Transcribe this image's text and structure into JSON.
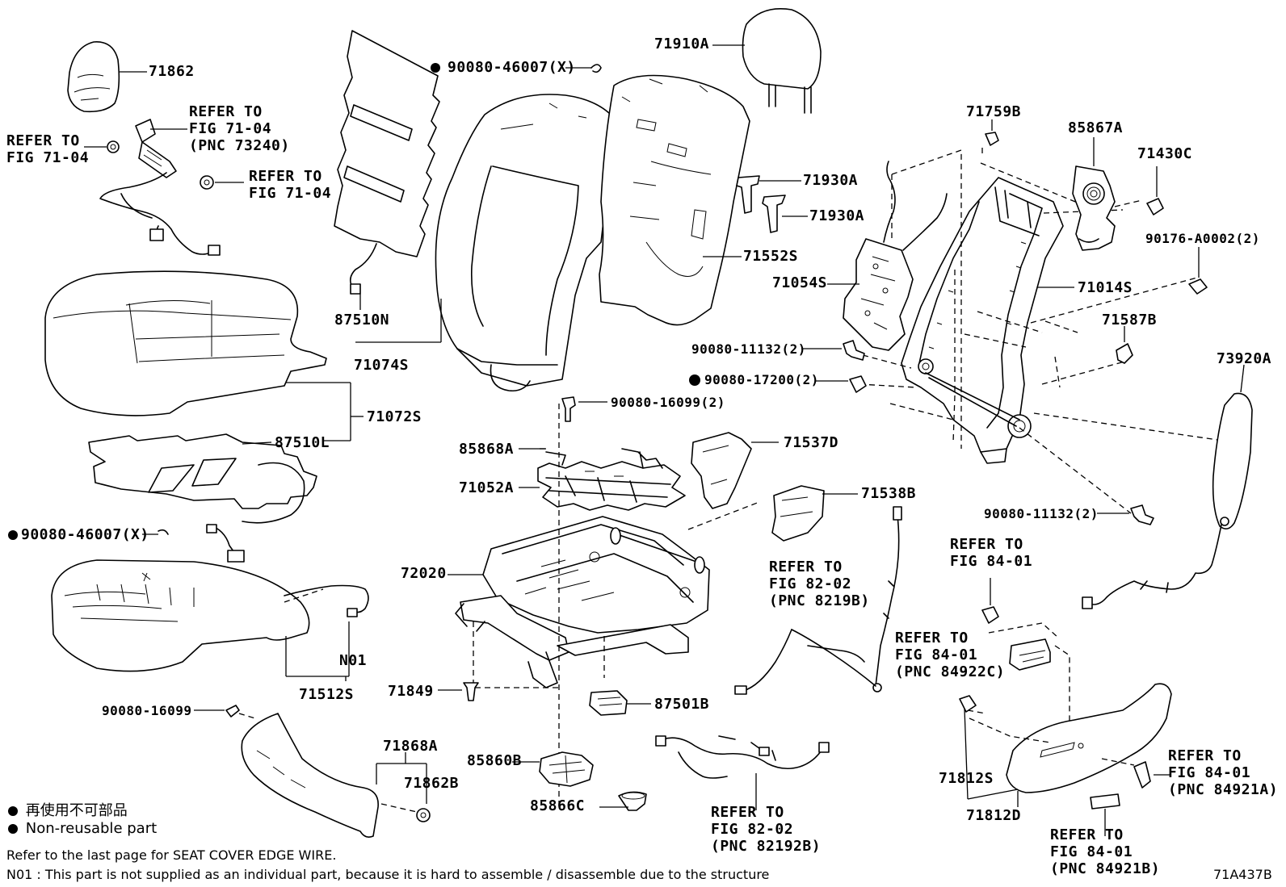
{
  "labels": {
    "p71862": "71862",
    "p71910A": "71910A",
    "p90080_46007_top": "90080-46007(X)",
    "p71930A_1": "71930A",
    "p71930A_2": "71930A",
    "p71552S": "71552S",
    "p87510N": "87510N",
    "p71074S": "71074S",
    "p71072S": "71072S",
    "p87510L": "87510L",
    "p90080_46007_left": "90080-46007(X)",
    "p71759B": "71759B",
    "p85867A": "85867A",
    "p71430C": "71430C",
    "p90176": "90176-A0002(2)",
    "p71054S": "71054S",
    "p71014S": "71014S",
    "p71587B": "71587B",
    "p90080_11132_a": "90080-11132(2)",
    "p90080_17200": "90080-17200(2)",
    "p73920A": "73920A",
    "p90080_16099_2": "90080-16099(2)",
    "p85868A": "85868A",
    "p71052A": "71052A",
    "p71537D": "71537D",
    "p71538B": "71538B",
    "p90080_11132_b": "90080-11132(2)",
    "p72020": "72020",
    "pN01": "N01",
    "p71512S": "71512S",
    "p71849": "71849",
    "p87501B": "87501B",
    "p90080_16099": "90080-16099",
    "p71868A": "71868A",
    "p71862B": "71862B",
    "p85860B": "85860B",
    "p85866C": "85866C",
    "p71812S": "71812S",
    "p71812D": "71812D",
    "diagram_id": "71A437B"
  },
  "refers": {
    "r1": [
      "REFER TO",
      "FIG 71-04",
      "(PNC 73240)"
    ],
    "r2": [
      "REFER TO",
      "FIG 71-04"
    ],
    "r3": [
      "REFER TO",
      "FIG 71-04"
    ],
    "r4": [
      "REFER TO",
      "FIG 82-02",
      "(PNC 8219B)"
    ],
    "r5": [
      "REFER TO",
      "FIG 84-01"
    ],
    "r6": [
      "REFER TO",
      "FIG 84-01",
      "(PNC 84922C)"
    ],
    "r7": [
      "REFER TO",
      "FIG 84-01",
      "(PNC 84921A)"
    ],
    "r8": [
      "REFER TO",
      "FIG 82-02",
      "(PNC 82192B)"
    ],
    "r9": [
      "REFER TO",
      "FIG 84-01",
      "(PNC 84921B)"
    ]
  },
  "legend": {
    "jp": "再使用不可部品",
    "en": "Non-reusable part"
  },
  "notes": {
    "edge_wire": "Refer to the last page for SEAT COVER EDGE WIRE.",
    "n01": "N01 : This part is not supplied as an individual part, because it is hard to assemble / disassemble due to the structure"
  }
}
